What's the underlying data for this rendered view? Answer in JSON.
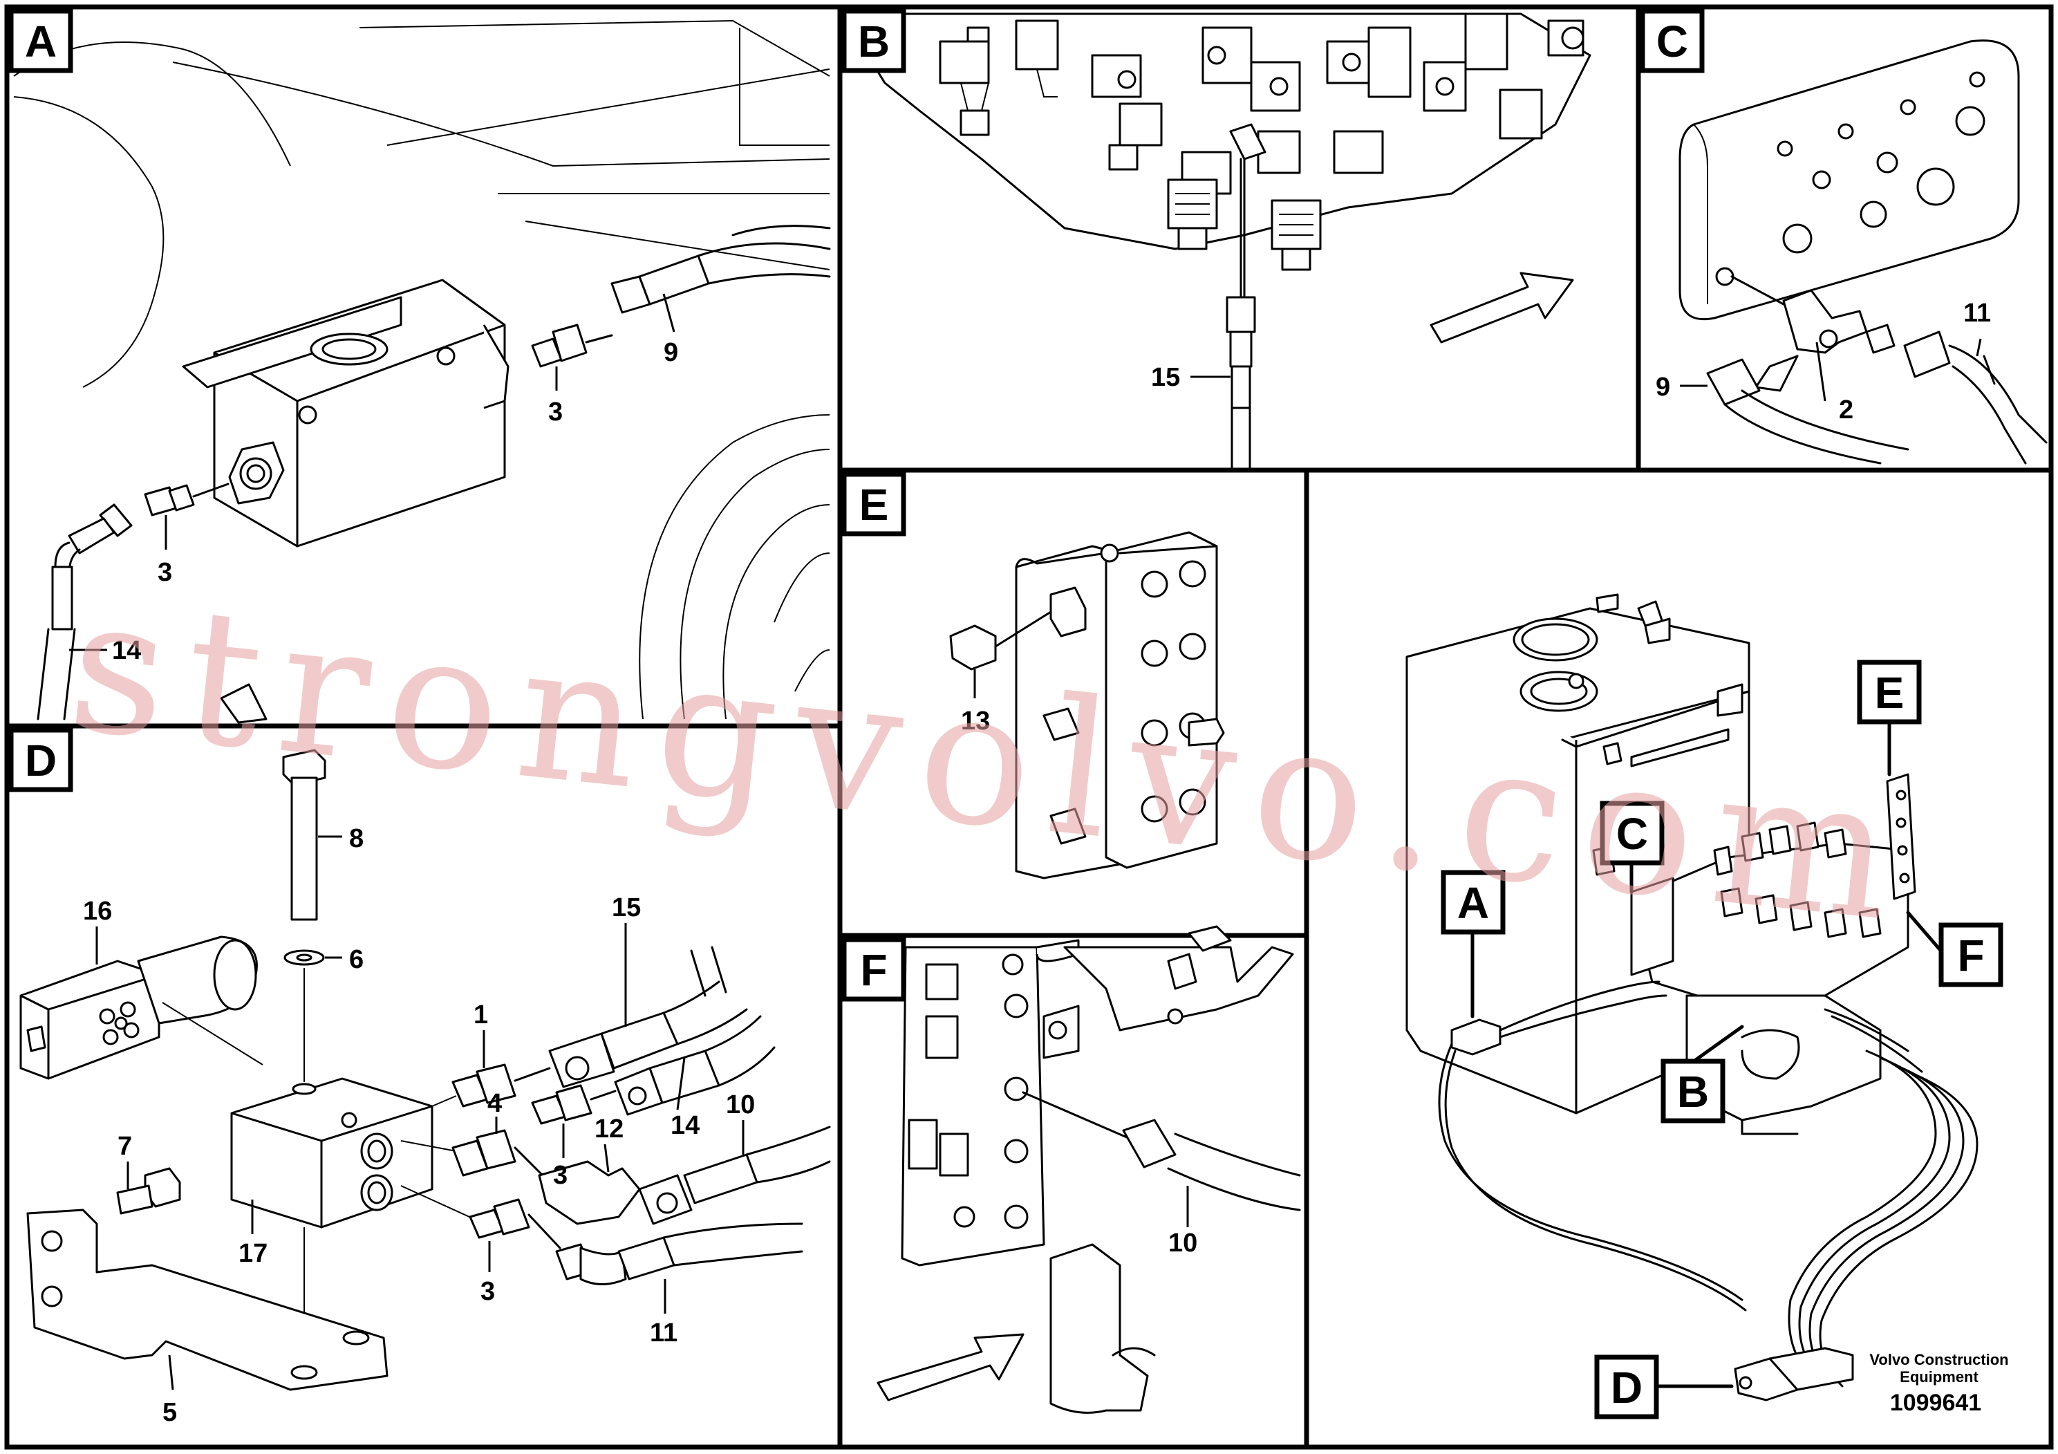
{
  "panels": {
    "A": "A",
    "B": "B",
    "C": "C",
    "D": "D",
    "E": "E",
    "F": "F"
  },
  "callouts": {
    "a9": "9",
    "a3top": "3",
    "a3bot": "3",
    "a14": "14",
    "b15": "15",
    "c11": "11",
    "c9": "9",
    "c2": "2",
    "e13": "13",
    "f10": "10",
    "d8": "8",
    "d6": "6",
    "d16": "16",
    "d1": "1",
    "d15": "15",
    "d14": "14",
    "d3a": "3",
    "d4": "4",
    "d12": "12",
    "d10": "10",
    "d7": "7",
    "d17": "17",
    "d3b": "3",
    "d11": "11",
    "d5": "5"
  },
  "overview": {
    "labels": {
      "A": "A",
      "B": "B",
      "C": "C",
      "D": "D",
      "E": "E",
      "F": "F"
    },
    "brand_line1": "Volvo Construction",
    "brand_line2": "Equipment",
    "ref_number": "1099641"
  },
  "watermark": "strongvolvo.com"
}
